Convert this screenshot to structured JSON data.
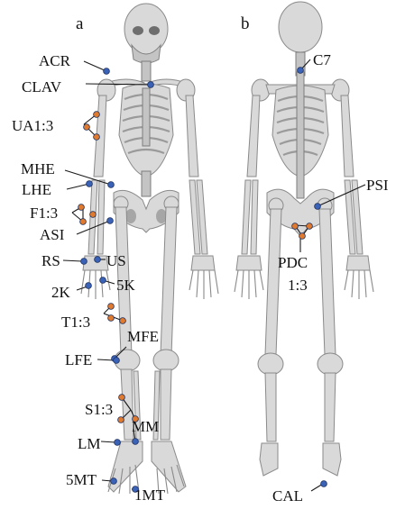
{
  "panels": {
    "a": "a",
    "b": "b"
  },
  "marker_colors": {
    "single": "#3a63b8",
    "cluster": "#e07a2e"
  },
  "labels": {
    "acr": "ACR",
    "clav": "CLAV",
    "ua": "UA1:3",
    "mhe": "MHE",
    "lhe": "LHE",
    "f": "F1:3",
    "asi": "ASI",
    "rs": "RS",
    "us": "US",
    "k2": "2K",
    "k5": "5K",
    "t": "T1:3",
    "mfe": "MFE",
    "lfe": "LFE",
    "s": "S1:3",
    "mm": "MM",
    "lm": "LM",
    "mt5": "5MT",
    "mt1": "1MT",
    "c7": "C7",
    "psi": "PSI",
    "pdc_1": "PDC",
    "pdc_2": "1:3",
    "cal": "CAL"
  }
}
